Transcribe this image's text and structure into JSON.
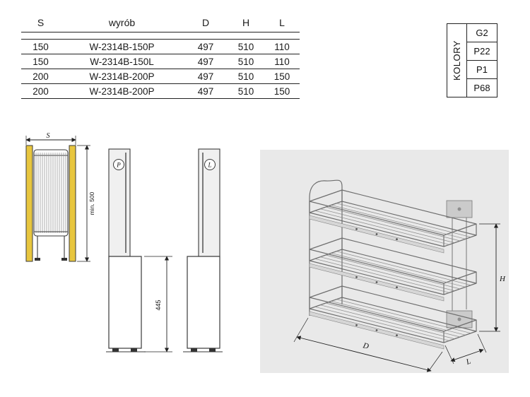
{
  "table": {
    "headers": [
      "S",
      "wyrób",
      "D",
      "H",
      "L"
    ],
    "rows": [
      [
        "150",
        "W-2314B-150P",
        "497",
        "510",
        "110"
      ],
      [
        "150",
        "W-2314B-150L",
        "497",
        "510",
        "110"
      ],
      [
        "200",
        "W-2314B-200P",
        "497",
        "510",
        "150"
      ],
      [
        "200",
        "W-2314B-200P",
        "497",
        "510",
        "150"
      ]
    ]
  },
  "colors_panel": {
    "label": "KOLORY",
    "codes": [
      "G2",
      "P22",
      "P1",
      "P68"
    ]
  },
  "front_view": {
    "width_dim": "S",
    "height_dim": "min. 500"
  },
  "variant_views": {
    "right_variant": "P",
    "left_variant": "L",
    "height_dim": "445"
  },
  "iso_view": {
    "depth_dim": "D",
    "height_dim": "H",
    "width_dim": "L"
  },
  "palette": {
    "panel_yellow": "#e8c63f",
    "iso_bg": "#e9e9e9",
    "line": "#222222"
  }
}
